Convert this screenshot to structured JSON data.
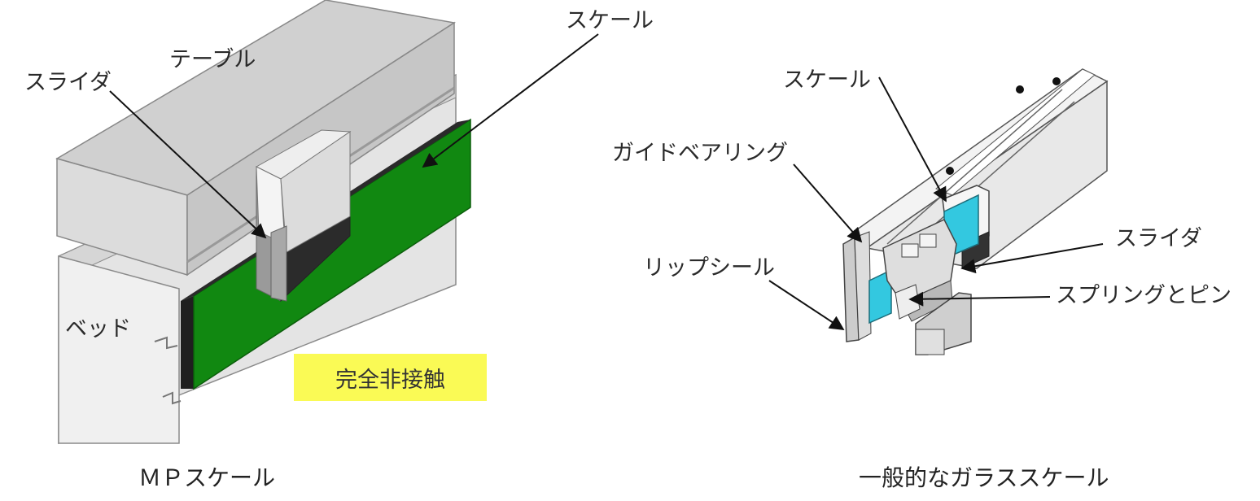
{
  "left_figure": {
    "caption": "ＭＰスケール",
    "labels": {
      "table": "テーブル",
      "slider": "スライダ",
      "scale": "スケール",
      "bed": "ベッド"
    },
    "badge": "完全非接触",
    "colors": {
      "scale": "#118811",
      "badge": "#fafa55"
    }
  },
  "right_figure": {
    "caption": "一般的なガラススケール",
    "labels": {
      "scale": "スケール",
      "guide_bearing": "ガイドベアリング",
      "slider": "スライダ",
      "lip_seal": "リップシール",
      "spring_pin": "スプリングとピン"
    },
    "colors": {
      "glass": "#33c8e0"
    }
  }
}
